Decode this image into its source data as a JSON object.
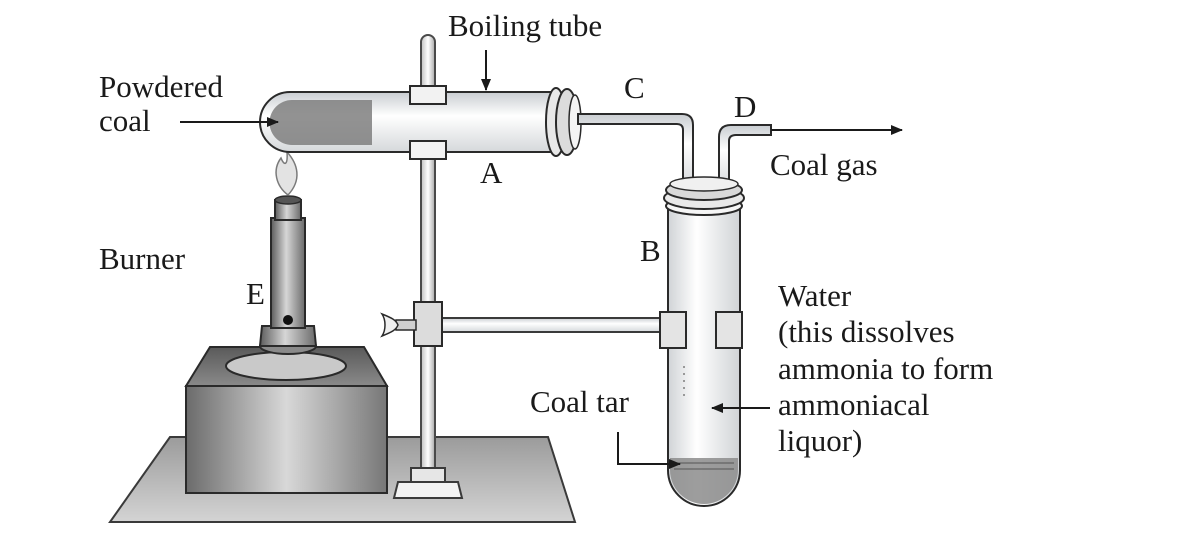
{
  "labels": {
    "boiling_tube": "Boiling tube",
    "powdered_coal_line1": "Powdered",
    "powdered_coal_line2": "coal",
    "burner": "Burner",
    "coal_gas": "Coal gas",
    "coal_tar": "Coal tar",
    "water_line1": "Water",
    "water_line2": "(this dissolves",
    "water_line3": "ammonia to form",
    "water_line4": "ammoniacal",
    "water_line5": "liquor)",
    "letter_a": "A",
    "letter_b": "B",
    "letter_c": "C",
    "letter_d": "D",
    "letter_e": "E"
  },
  "colors": {
    "outline": "#2a2a2a",
    "glass": "#eef0f2",
    "coal": "#7f7f7f",
    "metal": "#8a8a8a",
    "box": "#6a6a6a",
    "base": "#9a9a9a"
  }
}
